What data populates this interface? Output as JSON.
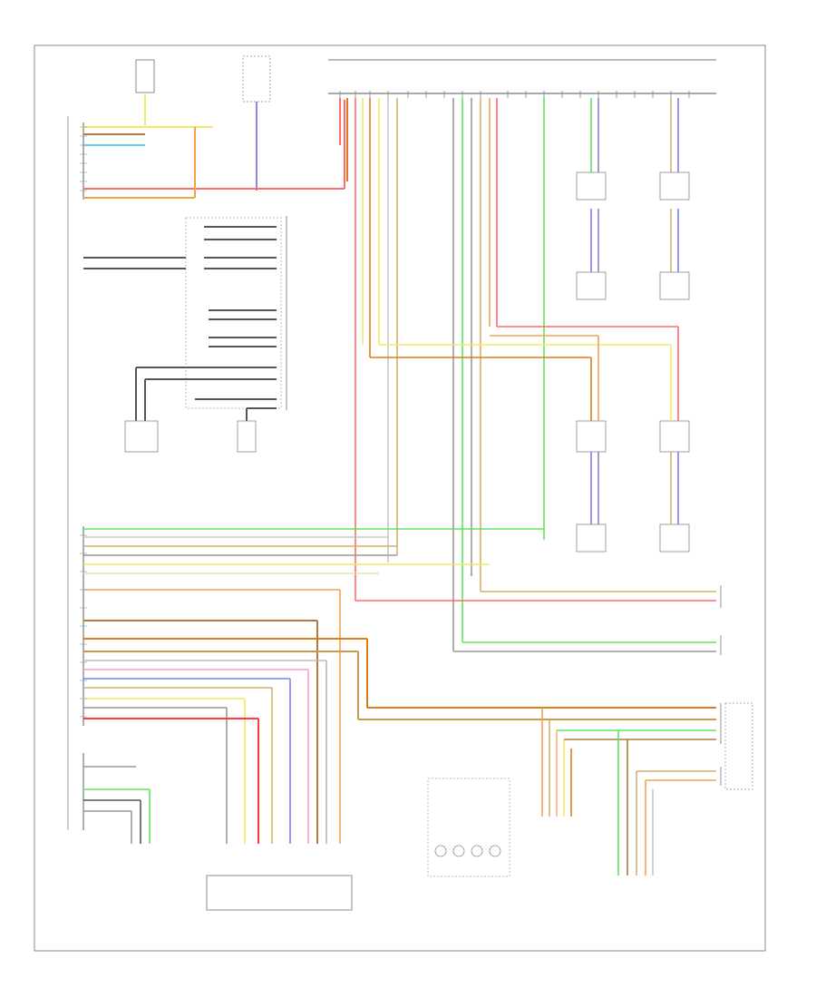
{
  "diagram": {
    "colors": {
      "red": "#ff6b6b",
      "pink": "#ff9ec8",
      "orange": "#f4a24a",
      "dark_orange": "#e07b1a",
      "yellow": "#f2ea64",
      "green": "#5ee55e",
      "blue": "#7f7fff",
      "violet": "#9d7fd9",
      "gray": "#999999",
      "dark": "#555555",
      "tan": "#d6b06a",
      "brown": "#b07a3a"
    },
    "modules": [
      {
        "id": "radio-amplifier-left-block"
      },
      {
        "id": "top-left-switch"
      },
      {
        "id": "fuse-block"
      },
      {
        "id": "left-connector-strip"
      },
      {
        "id": "top-right-bus"
      }
    ]
  }
}
